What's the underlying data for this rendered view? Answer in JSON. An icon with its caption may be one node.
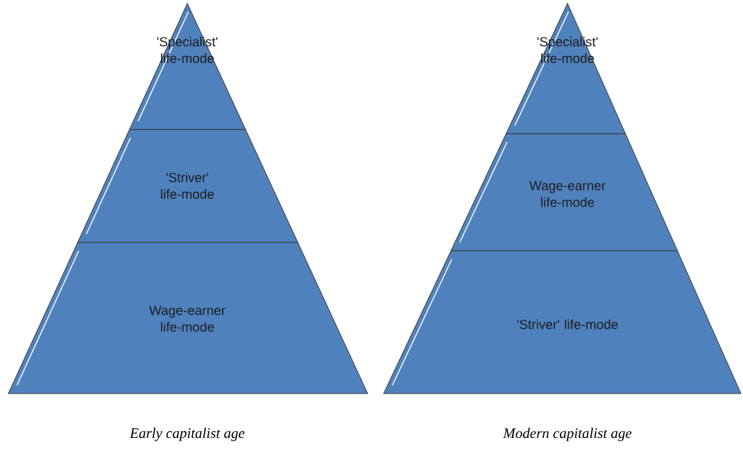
{
  "diagram": {
    "nodes": [
      {
        "text": [
          "'Specialist' life-mode"
        ]
      },
      {
        "text": [
          "'Striver' life-mode"
        ]
      },
      {
        "text": [
          "Wage-earner life-mode"
        ]
      },
      {
        "text": [
          "'Specialist' life-mode"
        ]
      },
      {
        "text": [
          "Wage-earner life-mode"
        ]
      },
      {
        "text": [
          "'Striver' life-mode"
        ]
      }
    ],
    "labels": [
      "Early capitalist age",
      "Modern capitalist age"
    ]
  }
}
